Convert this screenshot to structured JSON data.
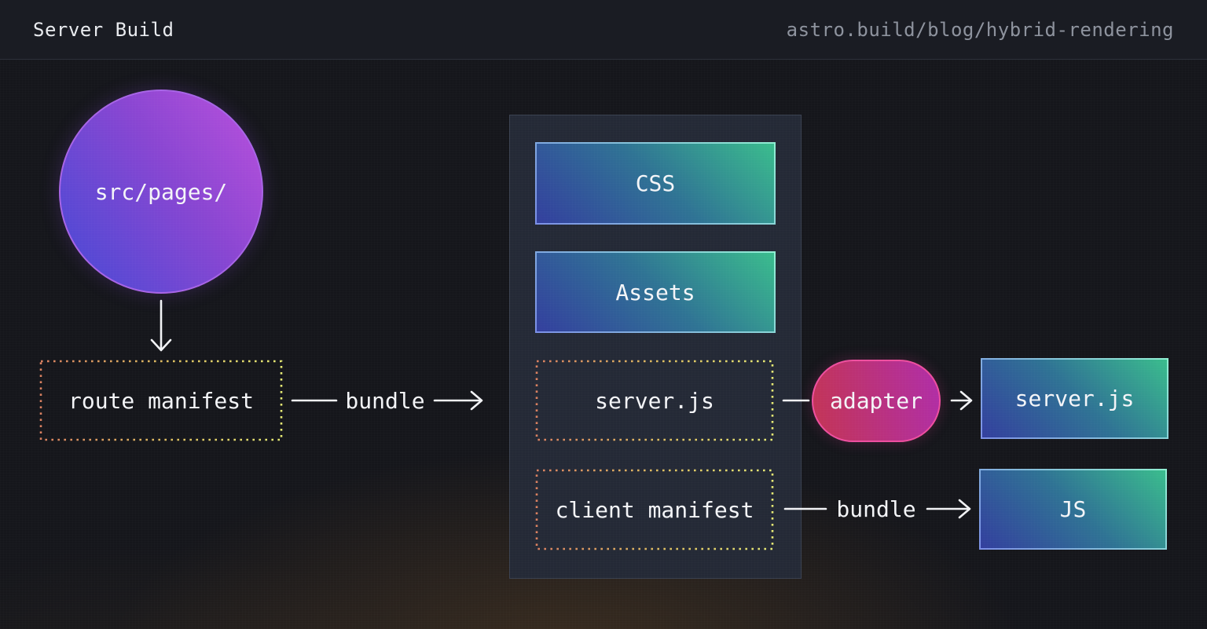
{
  "header": {
    "title": "Server Build",
    "url": "astro.build/blog/hybrid-rendering"
  },
  "diagram": {
    "source_circle": {
      "label": "src/pages/"
    },
    "route_manifest": {
      "label": "route manifest"
    },
    "bundle_label_1": "bundle",
    "container": {
      "css": "CSS",
      "assets": "Assets",
      "server_js": "server.js",
      "client_manifest": "client manifest"
    },
    "adapter": {
      "label": "adapter"
    },
    "server_js_output": {
      "label": "server.js"
    },
    "bundle_label_2": "bundle",
    "js_output": {
      "label": "JS"
    }
  },
  "colors": {
    "background": "#15161b",
    "header_background": "#1a1c23",
    "panel_background": "#242936",
    "circle_gradient": [
      "#4549d4",
      "#8a46d2",
      "#bb50dd"
    ],
    "solid_box_gradient": [
      "#333f9e",
      "#2f7394",
      "#3abc8d"
    ],
    "solid_box_border": "#8feed2",
    "dashed_border_gradient": [
      "#db8160",
      "#e6ea74"
    ],
    "adapter_gradient": [
      "#c33454",
      "#b02ea8"
    ],
    "adapter_border": "#ee4f9f",
    "arrow": "#f2f3f6",
    "url_text": "#8e939e"
  }
}
